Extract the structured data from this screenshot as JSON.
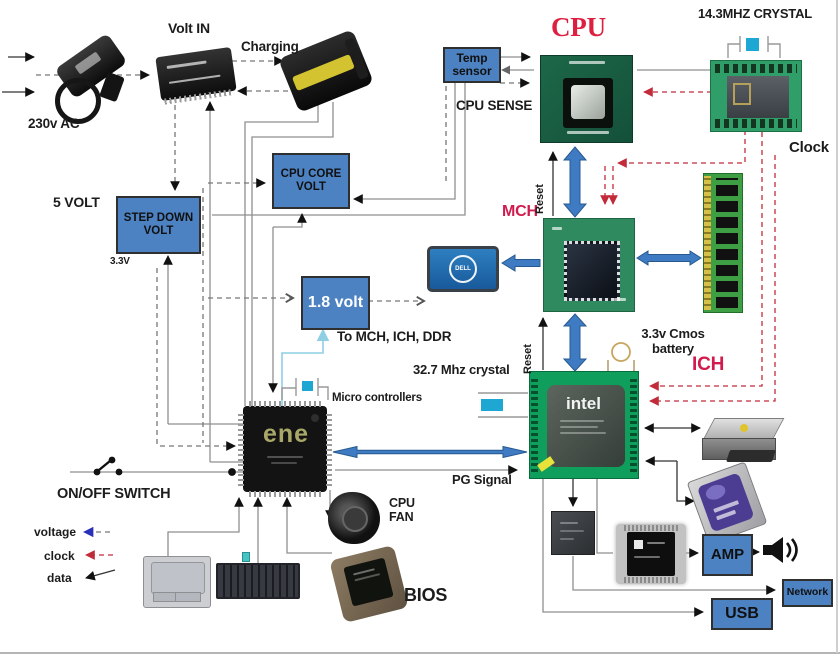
{
  "diagram_title": "Laptop motherboard power and signal block diagram",
  "colors": {
    "box_blue": "#4d82c2",
    "arrow_blue": "#3f7bc3",
    "label_crimson": "#d11b4d",
    "clock_dashed_red": "#c22b3a",
    "voltage_dashed_gray": "#777777",
    "data_line_black": "#111111",
    "crystal_cyan": "#1fa7d4",
    "pcb_green": "#2f8a60"
  },
  "labels": {
    "ac_230": "230v AC",
    "volt_in": "Volt IN",
    "charging": "Charging",
    "five_volt": "5 VOLT",
    "step_down": "STEP DOWN VOLT",
    "v33": "3.3V",
    "cpu_core": "CPU CORE VOLT",
    "v18": "1.8 volt",
    "to_mch": "To MCH, ICH, DDR",
    "temp_sensor": "Temp sensor",
    "cpu_sense": "CPU SENSE",
    "cpu": "CPU",
    "crystal143": "14.3MHZ CRYSTAL",
    "clock": "Clock",
    "mch": "MCH",
    "reset": "Reset",
    "cmos": "3.3v Cmos battery",
    "ich": "ICH",
    "crystal327": "32.7 Mhz crystal",
    "micro": "Micro controllers",
    "pg_signal": "PG Signal",
    "on_off": "ON/OFF SWITCH",
    "cpu_fan": "CPU FAN",
    "bios": "BIOS",
    "amp": "AMP",
    "network": "Network",
    "usb": "USB"
  },
  "chip_text": {
    "ene_logo": "ene",
    "intel_logo": "intel",
    "dell_logo": "DELL"
  },
  "legend": {
    "items": [
      {
        "label": "voltage",
        "color": "#2a31b8"
      },
      {
        "label": "clock",
        "color": "#c22b3a"
      },
      {
        "label": "data",
        "color": "#111111"
      }
    ]
  }
}
